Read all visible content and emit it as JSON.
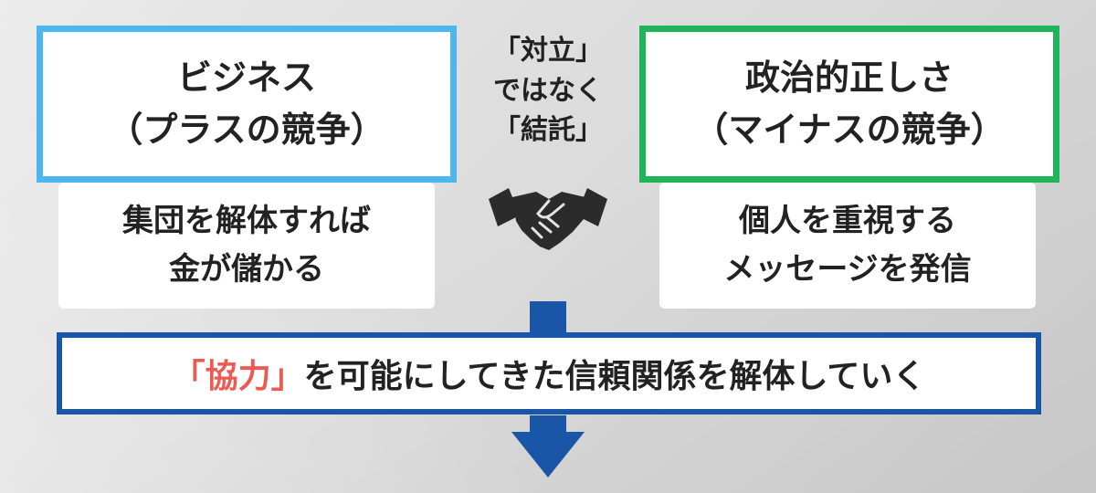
{
  "left_panel": {
    "title_line1": "ビジネス",
    "title_line2": "（プラスの競争）",
    "desc_line1": "集団を解体すれば",
    "desc_line2": "金が儲かる"
  },
  "middle": {
    "line1": "「対立」",
    "line2": "ではなく",
    "line3": "「結託」"
  },
  "right_panel": {
    "title_line1": "政治的正しさ",
    "title_line2": "（マイナスの競争）",
    "desc_line1": "個人を重視する",
    "desc_line2": "メッセージを発信"
  },
  "conclusion": {
    "highlight": "「協力」",
    "rest": "を可能にしてきた信頼関係を解体していく"
  },
  "colors": {
    "left_border": "#4db6ef",
    "right_border": "#1fb45a",
    "banner_border": "#1a56a8",
    "arrow": "#1a56a8",
    "highlight": "#ee5a52"
  },
  "icons": {
    "handshake": "handshake-icon",
    "arrow": "arrow-down-icon"
  }
}
